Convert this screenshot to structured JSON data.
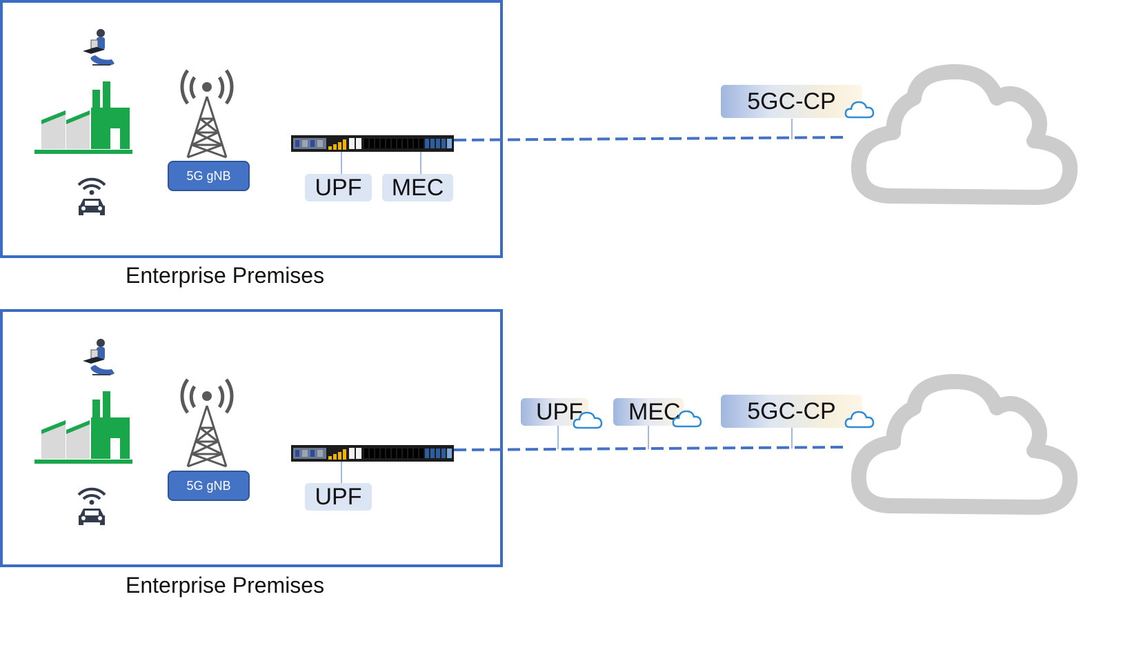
{
  "panels": [
    {
      "premises_label": "Enterprise Premises",
      "gnb_label": "5G gNB",
      "onprem_functions": [
        "UPF",
        "MEC"
      ],
      "cloud_functions": [
        "5GC-CP"
      ]
    },
    {
      "premises_label": "Enterprise Premises",
      "gnb_label": "5G gNB",
      "onprem_functions": [
        "UPF"
      ],
      "cloud_functions": [
        "UPF",
        "MEC",
        "5GC-CP"
      ]
    }
  ],
  "colors": {
    "frame": "#3b6cc4",
    "factory": "#1aa64a",
    "link": "#4472c4",
    "cloud": "#cccccc",
    "label_bg": "#dbe5f3",
    "gnb_bg": "#4472c4",
    "mini_cloud": "#2e8bd6"
  },
  "icons": [
    "person-on-laptop-icon",
    "factory-icon",
    "connected-car-icon",
    "cell-tower-icon",
    "server-appliance-icon",
    "cloud-icon"
  ]
}
